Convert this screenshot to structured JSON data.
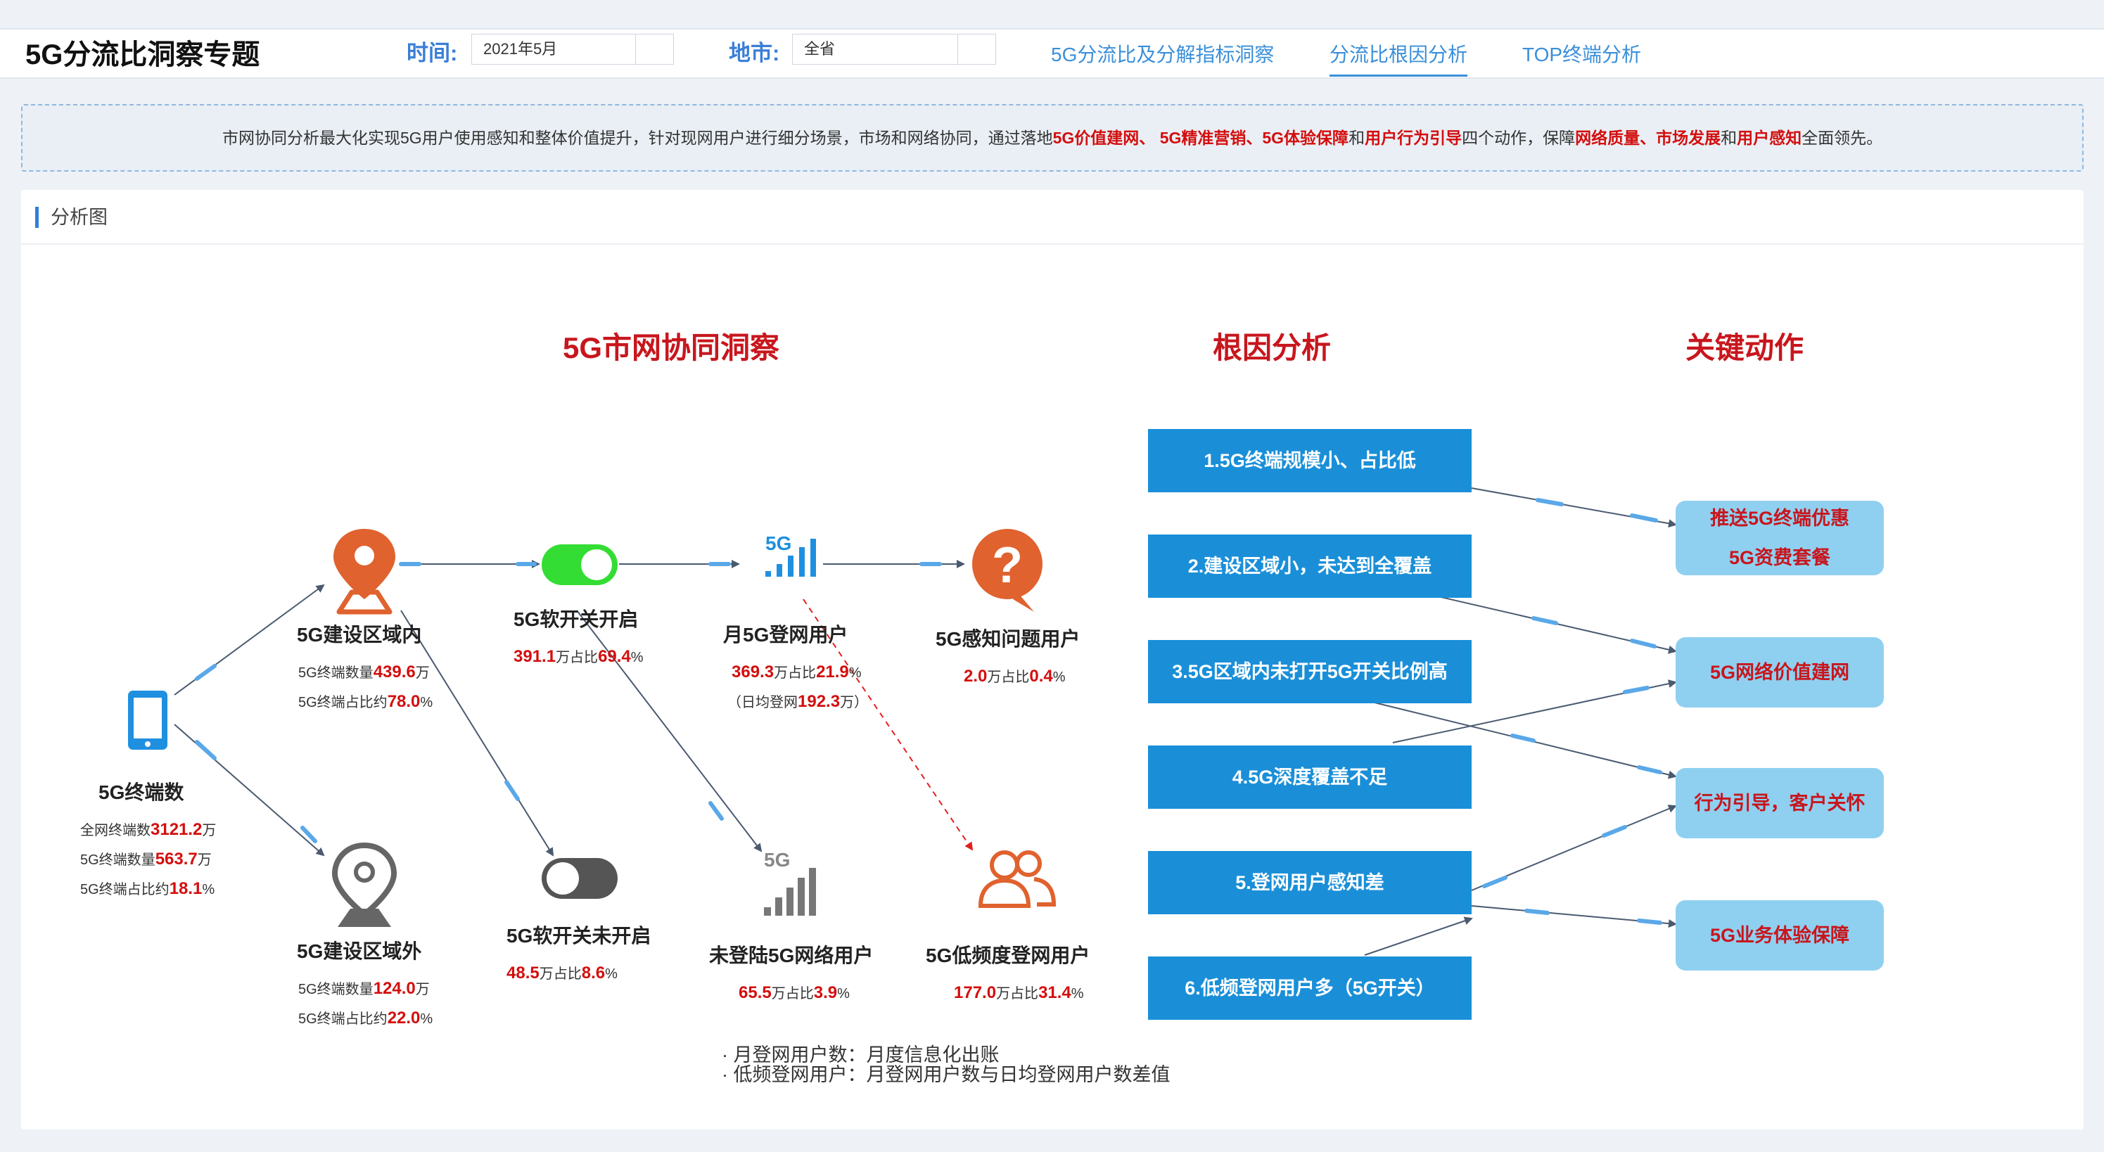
{
  "app": {
    "title": "5G分流比洞察专题"
  },
  "filters": {
    "time_label": "时间:",
    "time_value": "2021年5月",
    "city_label": "地市:",
    "city_value": "全省"
  },
  "tabs": [
    {
      "label": "5G分流比及分解指标洞察"
    },
    {
      "label": "分流比根因分析"
    },
    {
      "label": "TOP终端分析"
    }
  ],
  "banner": {
    "p1": "市网协同分析最大化实现5G用户使用感知和整体价值提升，针对现网用户进行细分场景，市场和网络协同，通过落地",
    "h1": "5G价值建网、 5G精准营销、5G体验保障",
    "p2": "和",
    "h2": "用户行为引导",
    "p3": "四个动作，保障",
    "h3": "网络质量、市场发展",
    "p4": "和",
    "h4": "用户感知",
    "p5": "全面领先。"
  },
  "panel": {
    "title": "分析图"
  },
  "sections": {
    "insight": "5G市网协同洞察",
    "root": "根因分析",
    "action": "关键动作"
  },
  "nodes": {
    "terminal": {
      "label": "5G终端数",
      "l1_pre": "全网终端数",
      "l1_val": "3121.2",
      "l1_suf": "万",
      "l2_pre": "5G终端数量",
      "l2_val": "563.7",
      "l2_suf": "万",
      "l3_pre": "5G终端占比约",
      "l3_val": "18.1",
      "l3_suf": "%"
    },
    "inside": {
      "label": "5G建设区域内",
      "l1_pre": "5G终端数量",
      "l1_val": "439.6",
      "l1_suf": "万",
      "l2_pre": "5G终端占比约",
      "l2_val": "78.0",
      "l2_suf": "%"
    },
    "outside": {
      "label": "5G建设区域外",
      "l1_pre": "5G终端数量",
      "l1_val": "124.0",
      "l1_suf": "万",
      "l2_pre": "5G终端占比约",
      "l2_val": "22.0",
      "l2_suf": "%"
    },
    "switch_on": {
      "label": "5G软开关开启",
      "val": "391.1",
      "mid": "万占比",
      "pct": "69.4",
      "suf": "%"
    },
    "switch_off": {
      "label": "5G软开关未开启",
      "val": "48.5",
      "mid": "万占比",
      "pct": "8.6",
      "suf": "%"
    },
    "month_users": {
      "label": "月5G登网用户",
      "val": "369.3",
      "mid": "万占比",
      "pct": "21.9",
      "suf": "%",
      "daily_pre": "（日均登网",
      "daily_val": "192.3",
      "daily_suf": "万）",
      "icon_text": "5G"
    },
    "not_login": {
      "label": "未登陆5G网络用户",
      "val": "65.5",
      "mid": "万占比",
      "pct": "3.9",
      "suf": "%",
      "icon_text": "5G"
    },
    "problem": {
      "label": "5G感知问题用户",
      "val": "2.0",
      "mid": "万占比",
      "pct": "0.4",
      "suf": "%"
    },
    "low_freq": {
      "label": "5G低频度登网用户",
      "val": "177.0",
      "mid": "万占比",
      "pct": "31.4",
      "suf": "%"
    }
  },
  "root_causes": [
    "1.5G终端规模小、占比低",
    "2.建设区域小，未达到全覆盖",
    "3.5G区域内未打开5G开关比例高",
    "4.5G深度覆盖不足",
    "5.登网用户感知差",
    "6.低频登网用户多（5G开关）"
  ],
  "actions": {
    "a1_line1": "推送5G终端优惠",
    "a1_line2": "5G资费套餐",
    "a2": "5G网络价值建网",
    "a3": "行为引导，客户关怀",
    "a4": "5G业务体验保障"
  },
  "notes": {
    "n1": "· 月登网用户数：月度信息化出账",
    "n2": "· 低频登网用户：月登网用户数与日均登网用户数差值"
  },
  "colors": {
    "accent": "#3a8fd9",
    "highlight": "#d40e0e",
    "root_box": "#1a8fd8",
    "action_box": "#8fd0f0",
    "icon_orange": "#e0622e",
    "icon_gray": "#666666"
  }
}
